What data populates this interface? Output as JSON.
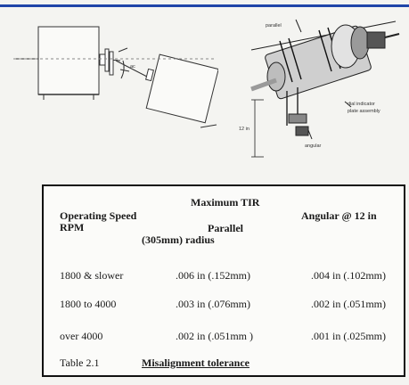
{
  "figure": {
    "label_parallel": "parallel",
    "label_angular": "angular",
    "label_dim": "12 in",
    "label_dial_line1": "dial indicator",
    "label_dial_line2": "plate assembly",
    "label_ac": "ac"
  },
  "table": {
    "main_header": "Maximum TIR",
    "col1_header_line1": "Operating Speed",
    "col1_header_line2": "RPM",
    "col2_header": "Parallel",
    "col3_header": "Angular @ 12 in",
    "radius_line": "(305mm) radius",
    "rows": [
      {
        "speed": "1800 & slower",
        "parallel": ".006 in (.152mm)",
        "angular": ".004 in (.102mm)"
      },
      {
        "speed": "1800 to 4000",
        "parallel": ".003 in (.076mm)",
        "angular": ".002 in (.051mm)"
      },
      {
        "speed": "over 4000",
        "parallel": ".002 in (.051mm )",
        "angular": ".001 in (.025mm)"
      }
    ],
    "caption_number": "Table 2.1",
    "caption_title": "Misalignment tolerance"
  }
}
